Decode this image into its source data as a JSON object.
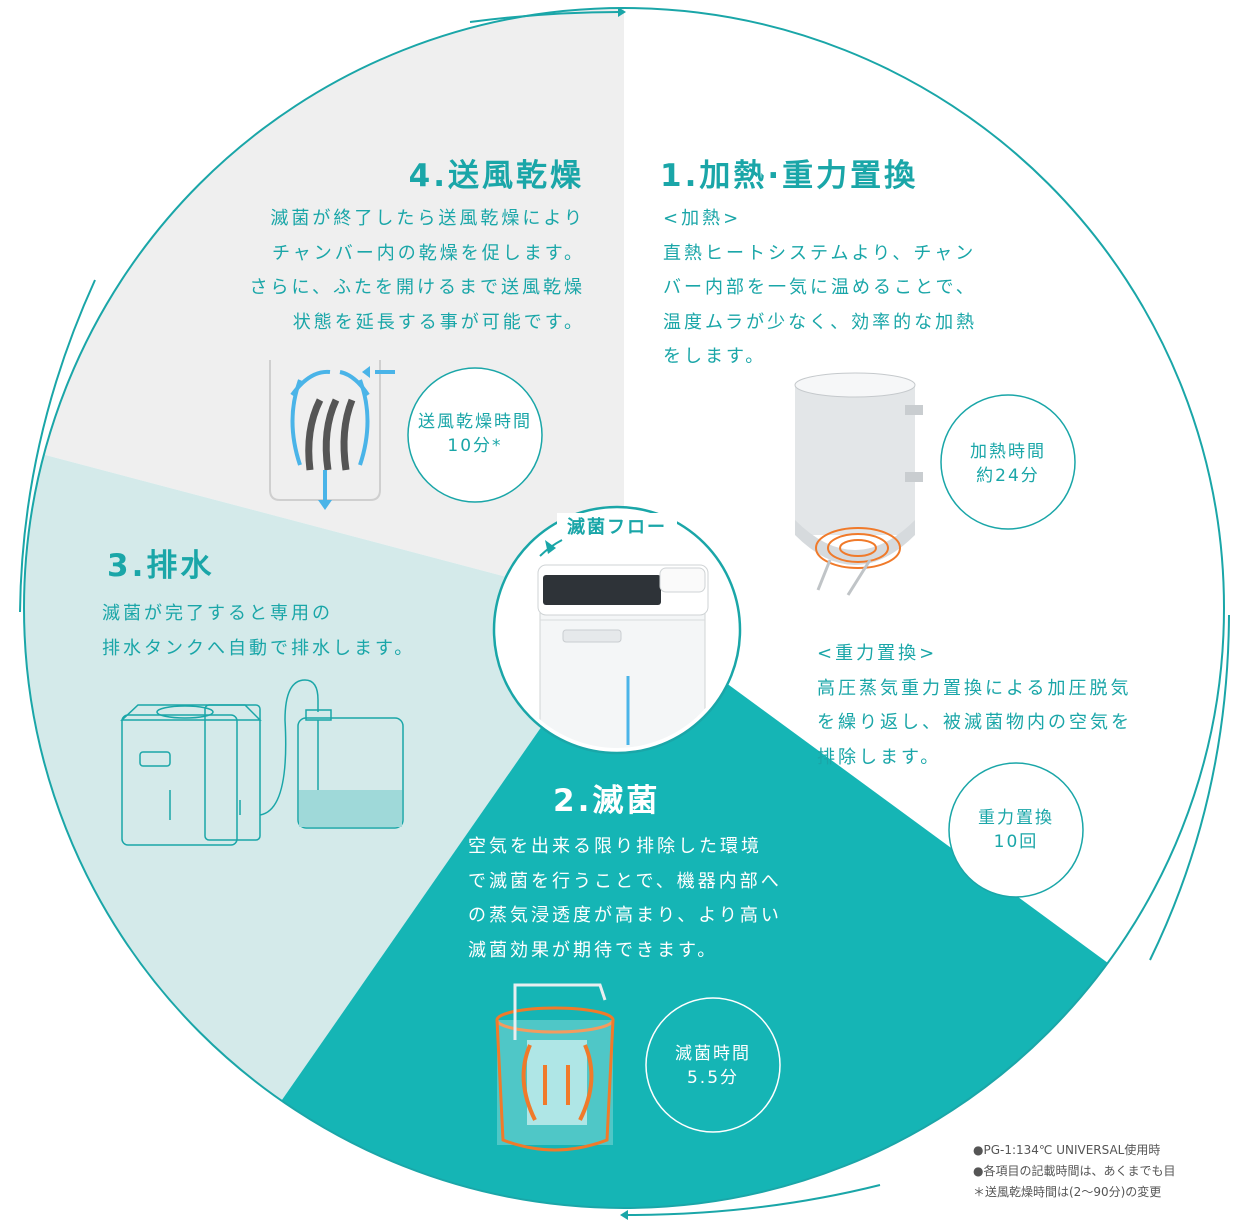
{
  "center": {
    "title": "滅菌フロー"
  },
  "colors": {
    "teal": "#15b5b5",
    "teal_line": "#1aa6a8",
    "light_gray": "#efefef",
    "light_teal": "#d4eaea",
    "orange": "#f07a2a",
    "arrow_blue": "#4ab4e8"
  },
  "steps": {
    "s1": {
      "title": "1.加熱·重力置換",
      "heat_label": "<加熱>",
      "heat_lines": [
        "直熱ヒートシステムより、チャン",
        "バー内部を一気に温めることで、",
        "温度ムラが少なく、効率的な加熱",
        "をします。"
      ],
      "heat_badge": [
        "加熱時間",
        "約24分"
      ],
      "gravity_label": "<重力置換>",
      "gravity_lines": [
        "高圧蒸気重力置換による加圧脱気",
        "を繰り返し、被滅菌物内の空気を",
        "排除します。"
      ],
      "gravity_badge": [
        "重力置換",
        "10回"
      ]
    },
    "s2": {
      "title": "2.滅菌",
      "lines": [
        "空気を出来る限り排除した環境",
        "で滅菌を行うことで、機器内部へ",
        "の蒸気浸透度が高まり、より高い",
        "滅菌効果が期待できます。"
      ],
      "badge": [
        "滅菌時間",
        "5.5分"
      ]
    },
    "s3": {
      "title": "3.排水",
      "lines": [
        "滅菌が完了すると専用の",
        "排水タンクへ自動で排水します。"
      ]
    },
    "s4": {
      "title": "4.送風乾燥",
      "lines": [
        "滅菌が終了したら送風乾燥により",
        "チャンバー内の乾燥を促します。",
        "さらに、ふたを開けるまで送風乾燥",
        "状態を延長する事が可能です。"
      ],
      "badge": [
        "送風乾燥時間",
        "10分*"
      ]
    }
  },
  "notes": [
    "●PG-1:134℃ UNIVERSAL使用時",
    "●各項目の記載時間は、あくまでも目",
    "＊送風乾燥時間は(2〜90分)の変更"
  ],
  "icons": [
    "chamber-cylinder-illustration",
    "sterilizer-device-photo",
    "drying-airflow-illustration",
    "drain-tank-illustration",
    "sterilization-basket-illustration",
    "cycle-arrow-icon"
  ]
}
